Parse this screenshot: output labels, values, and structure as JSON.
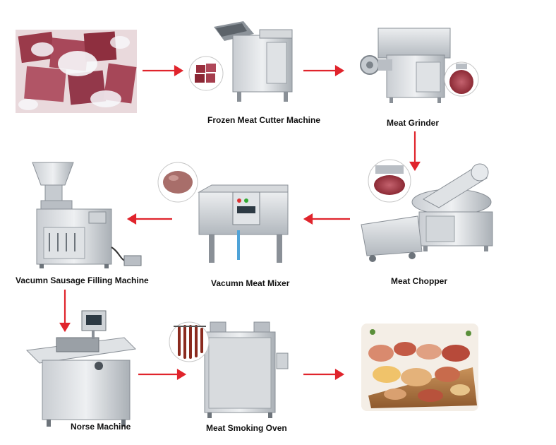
{
  "colors": {
    "arrow": "#e0242c",
    "steel_light": "#e6e9ec",
    "steel_mid": "#b9bec4",
    "steel_dark": "#7d848b",
    "meat_red": "#9c2f3c",
    "frost": "#f4f6fa"
  },
  "steps": [
    {
      "id": "frozen-meat",
      "label": ""
    },
    {
      "id": "frozen-meat-cutter",
      "label": "Frozen Meat Cutter Machine",
      "icon": "frozen-meat-cutter-icon"
    },
    {
      "id": "meat-grinder",
      "label": "Meat Grinder",
      "icon": "meat-grinder-icon"
    },
    {
      "id": "meat-chopper",
      "label": "Meat Chopper",
      "icon": "meat-chopper-icon"
    },
    {
      "id": "vacuum-meat-mixer",
      "label": "Vacumn Meat Mixer",
      "icon": "vacuum-mixer-icon"
    },
    {
      "id": "vacuum-sausage-filling",
      "label": "Vacumn Sausage Filling Machine",
      "icon": "sausage-filler-icon"
    },
    {
      "id": "norse-machine",
      "label": "Norse Machine",
      "icon": "norse-machine-icon"
    },
    {
      "id": "meat-smoking-oven",
      "label": "Meat Smoking Oven",
      "icon": "smoking-oven-icon"
    },
    {
      "id": "sausage-products",
      "label": ""
    }
  ],
  "flow_arrows": [
    "right",
    "right",
    "down",
    "left",
    "left",
    "down",
    "right",
    "right"
  ]
}
